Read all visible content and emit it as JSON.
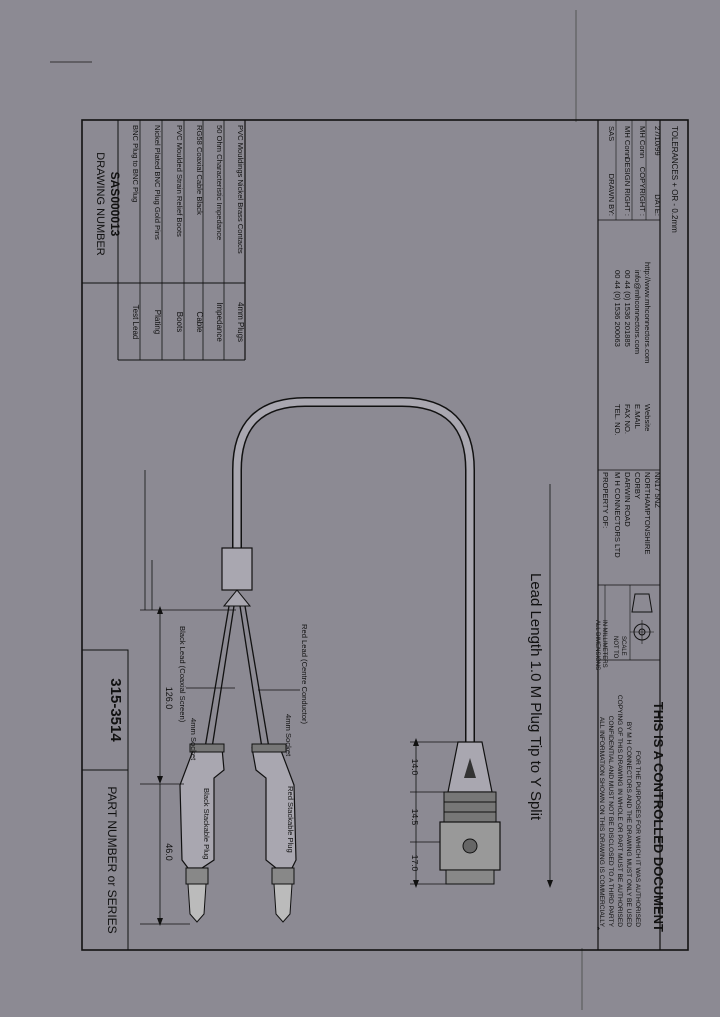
{
  "title_block": {
    "part_number_label": "PART NUMBER or SERIES",
    "part_number": "315-3514",
    "drawing_number_label": "DRAWING NUMBER",
    "drawing_number": "SAS000013"
  },
  "spec_table": [
    {
      "label": "Test Lead",
      "value": "BNC Plug to BNC Plug"
    },
    {
      "label": "Plating",
      "value": "Nickel Plated BNC Plug Gold Pins"
    },
    {
      "label": "Boots",
      "value": "PVC Moulded Strain Relief Boots"
    },
    {
      "label": "Cable",
      "value": "RG58 Coaxial Cable Black"
    },
    {
      "label": "Impedance",
      "value": "50 Ohm Characteristic Impedance"
    },
    {
      "label": "4mm Plugs",
      "value": "PVC Mouldings Nickel Brass Contacts"
    }
  ],
  "drawing": {
    "dim_126": "126.0",
    "dim_46": "46.0",
    "dim_17": "17.0",
    "dim_14_5": "14.5",
    "dim_14": "14.0",
    "black_lead": "Black Lead (Coaxial Screen)",
    "red_lead": "Red Lead (Centre Conductor)",
    "socket_1": "4mm Socket",
    "socket_2": "4mm Socket",
    "black_plug": "Black Stackable Plug",
    "red_plug": "Red Stackable Plug",
    "lead_length": "Lead Length 1.0 M Plug Tip to Y Split"
  },
  "notes": {
    "lines": [
      "ALL INFORMATION SHOWN ON THIS DRAWING IS COMMERCIALLY",
      "CONFIDENTIAL AND MUST NOT BE DISCLOSED TO A THIRD PARTY",
      "COPYING OF THIS DRAWING IN WHOLE OR PART MUST BE AUTHORISED",
      "BY M H CONNECTORS AND THE DRAWING MUST ONLY BE USED",
      "FOR THE PURPOSES FOR WHICH IT WAS AUTHORISED"
    ],
    "controlled": "THIS IS A CONTROLLED DOCUMENT"
  },
  "units": {
    "line1": "ALL DIMENSIONS",
    "line2": "IN MILLIMETERS",
    "scale_line1": "NOT TO",
    "scale_line2": "SCALE"
  },
  "property": {
    "heading": "PROPERTY OF:",
    "lines": [
      "M H CONNECTORS LTD",
      "DARWIN ROAD",
      "CORBY",
      "NORTHAMPTONSHIRE",
      "NN17 5NZ"
    ]
  },
  "contacts": [
    {
      "label": "TEL. NO.",
      "value": "00 44 (0) 1536 200063"
    },
    {
      "label": "FAX NO.",
      "value": "00 44 (0) 1536 201885"
    },
    {
      "label": "E.MAIL",
      "value": "info@mhconnectors.com"
    },
    {
      "label": "Website",
      "value": "http://www.mhconnectors.com"
    }
  ],
  "drawn": [
    {
      "label": "DRAWN BY:",
      "value": "SAS"
    },
    {
      "label": "DESIGN RIGHT :",
      "value": "MH Conn"
    },
    {
      "label": "COPYRIGHT :",
      "value": "MH Conn"
    },
    {
      "label": "DATE:",
      "value": "27/10/99"
    }
  ],
  "tolerances": "TOLERANCES + OR - 0.2mm"
}
